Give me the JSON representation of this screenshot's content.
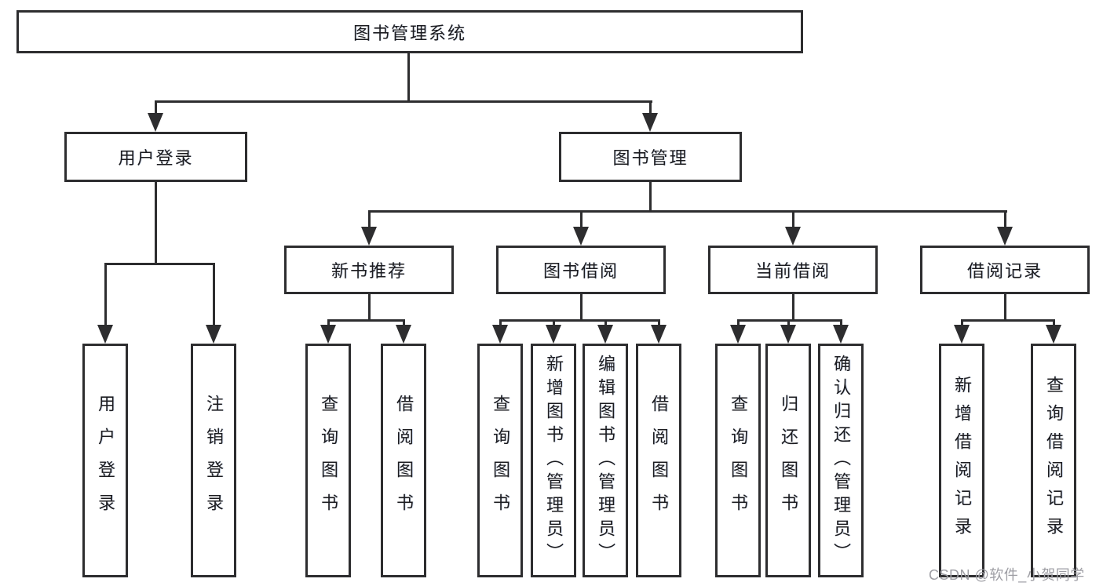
{
  "tree": {
    "label": "图书管理系统",
    "children": [
      {
        "label": "用户登录",
        "children": [
          {
            "label": "用户登录"
          },
          {
            "label": "注销登录"
          }
        ]
      },
      {
        "label": "图书管理",
        "children": [
          {
            "label": "新书推荐",
            "children": [
              {
                "label": "查询图书"
              },
              {
                "label": "借阅图书"
              }
            ]
          },
          {
            "label": "图书借阅",
            "children": [
              {
                "label": "查询图书"
              },
              {
                "label": "新增图书（管理员）"
              },
              {
                "label": "编辑图书（管理员）"
              },
              {
                "label": "借阅图书"
              }
            ]
          },
          {
            "label": "当前借阅",
            "children": [
              {
                "label": "查询图书"
              },
              {
                "label": "归还图书"
              },
              {
                "label": "确认归还（管理员）"
              }
            ]
          },
          {
            "label": "借阅记录",
            "children": [
              {
                "label": "新增借阅记录"
              },
              {
                "label": "查询借阅记录"
              }
            ]
          }
        ]
      }
    ]
  },
  "watermark": "CSDN @软件_小贺同学",
  "colors": {
    "line": "#2d2d2f",
    "text": "#1c1c20",
    "watermark": "#9e9ea4",
    "background": "#ffffff"
  }
}
